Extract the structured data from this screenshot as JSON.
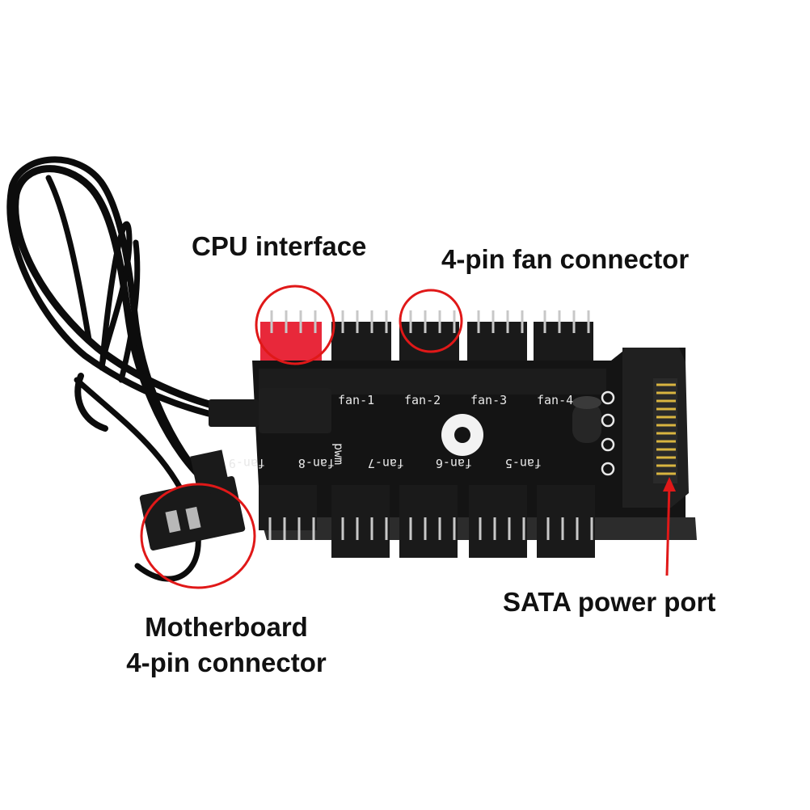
{
  "photo": {
    "subject": "fan-hub-pcb",
    "colors": {
      "background": "#ffffff",
      "pcb": "#141414",
      "cable": "#0c0c0c",
      "connector_housing": "#1a1a1a",
      "cpu_header": "#e8283a",
      "callout": "#e01818",
      "gold_pins": "#d8b440"
    }
  },
  "callouts": {
    "cpu_interface": "CPU interface",
    "fan_connector": "4-pin fan connector",
    "sata_power": "SATA power port",
    "motherboard_line1": "Motherboard",
    "motherboard_line2": "4-pin connector"
  },
  "pcb_labels": {
    "top": [
      "fan-1",
      "fan-2",
      "fan-3",
      "fan-4"
    ],
    "bottom": [
      "fan-9",
      "fan-8",
      "fan-7",
      "fan-6",
      "fan-5"
    ],
    "pwm": "pwm"
  }
}
